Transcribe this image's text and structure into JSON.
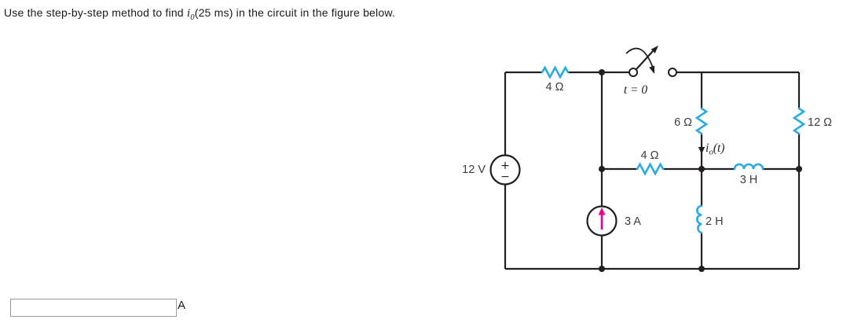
{
  "question": {
    "title_pre": "Use the step-by-step method to find ",
    "title_var": "i",
    "title_var_sub": "0",
    "title_post": "(25 ms) in the circuit in the figure below."
  },
  "answer": {
    "value": "",
    "unit_label": "A"
  },
  "circuit": {
    "colors": {
      "wire": "#231f20",
      "component": "#29abe2",
      "current_arrow": "#ec008c"
    },
    "voltage_source": {
      "label": "12 V",
      "plus": "+",
      "minus": "−"
    },
    "top_resistor_label": "4 Ω",
    "switch_label": "t = 0",
    "resistor_6_label": "6 Ω",
    "resistor_12_label": "12 Ω",
    "mid_resistor_label": "4 Ω",
    "output_current": {
      "base": "i",
      "sub": "o",
      "args": "(t)"
    },
    "inductor_3h_label": "3 H",
    "current_source_label": "3 A",
    "inductor_2h_label": "2 H"
  }
}
